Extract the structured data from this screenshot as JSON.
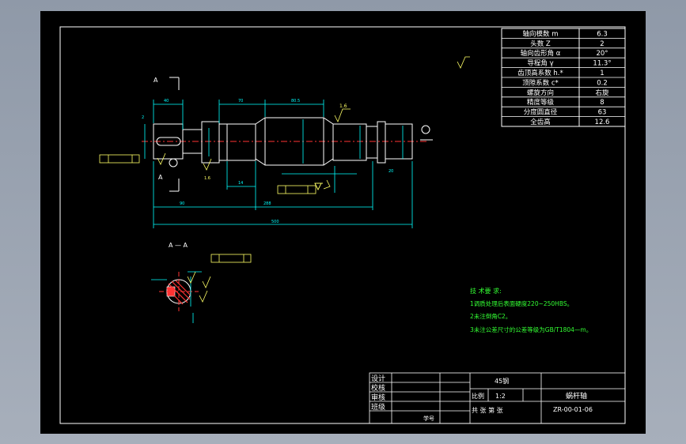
{
  "params": [
    {
      "label": "轴向模数 m",
      "value": "6.3"
    },
    {
      "label": "头数 Z",
      "value": "2"
    },
    {
      "label": "轴向齿形角 α",
      "value": "20°"
    },
    {
      "label": "导程角 γ",
      "value": "11.3°"
    },
    {
      "label": "齿顶高系数 h.*",
      "value": "1"
    },
    {
      "label": "顶隙系数 c*",
      "value": "0.2"
    },
    {
      "label": "螺旋方向",
      "value": "右旋"
    },
    {
      "label": "精度等级",
      "value": "8"
    },
    {
      "label": "分度圆直径",
      "value": "63"
    },
    {
      "label": "全齿高",
      "value": "12.6"
    }
  ],
  "tech_req": {
    "title": "技 术要 求:",
    "items": [
      "1调质处理后表面硬度220~250HBS。",
      "2未注倒角C2。",
      "3未注公差尺寸的公差等级为GB/T1804—m。"
    ]
  },
  "section": {
    "label": "A — A",
    "cut_label_a": "A"
  },
  "roughness_main": "1.6",
  "title_block": {
    "rows": [
      "设计",
      "校核",
      "审核",
      "班级"
    ],
    "student_no": "学号",
    "material": "45钢",
    "scale_label": "比例",
    "scale_value": "1:2",
    "sheets": "共 张 第 张",
    "part_name": "蜗杆轴",
    "drawing_no": "ZR-00-01-06"
  },
  "colors": {
    "sheet": "#000000",
    "line": "#ffffff",
    "dim": "#00ffff",
    "center": "#ff3333",
    "note": "#33ff33",
    "yellow": "#ffff66",
    "frame_bg": "#9aa3b0"
  }
}
